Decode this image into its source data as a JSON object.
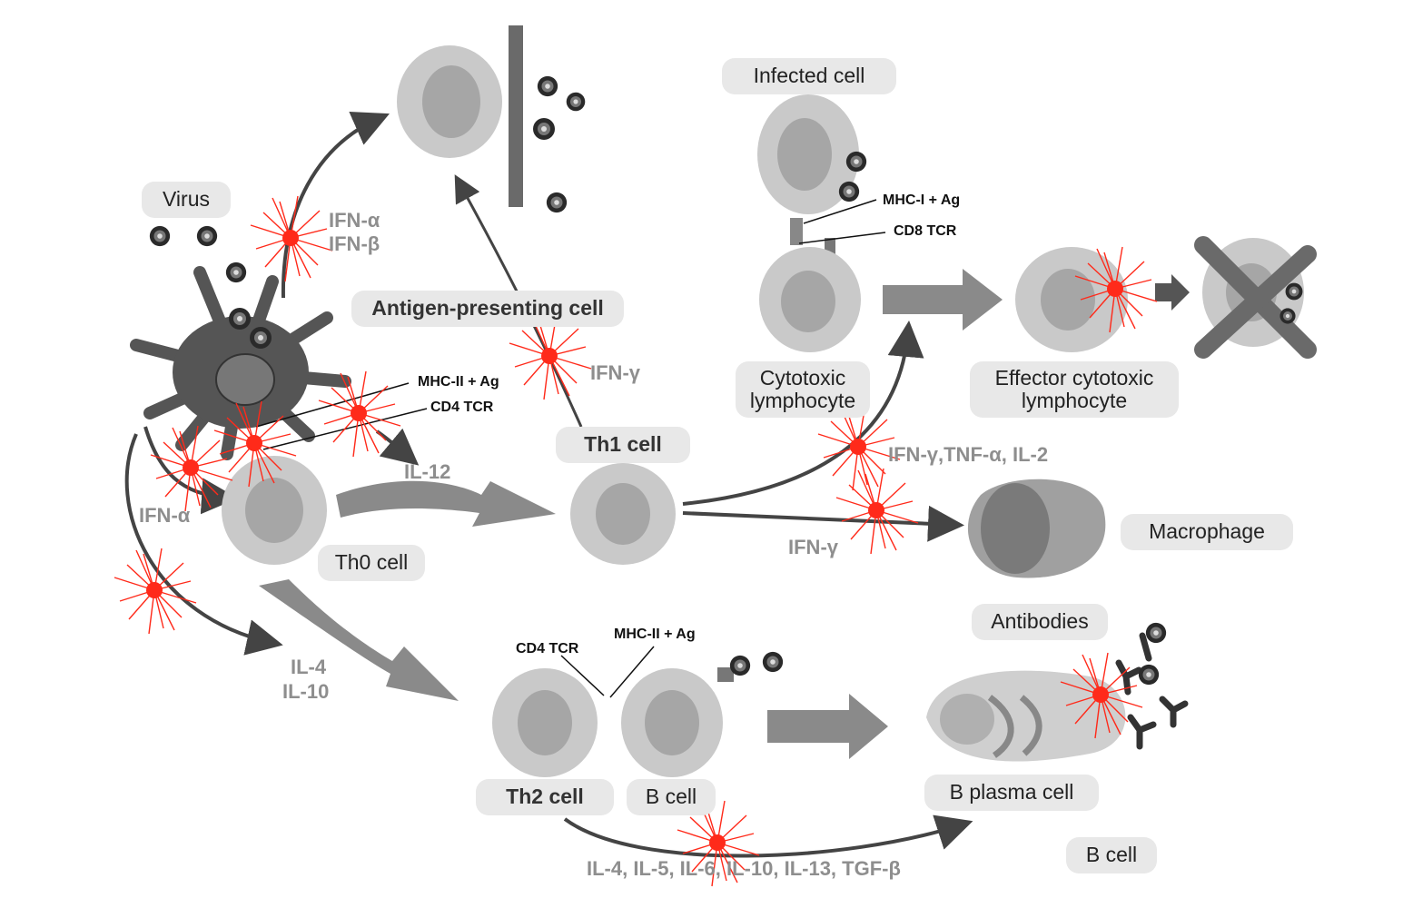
{
  "labels": {
    "virus": "Virus",
    "infected_cell": "Infected cell",
    "antigen_presenting_cell": "Antigen-presenting cell",
    "th1_cell": "Th1 cell",
    "th0_cell": "Th0 cell",
    "th2_cell": "Th2 cell",
    "b_cell": "B cell",
    "b_cell_bottom": "B cell",
    "b_plasma_cell": "B plasma cell",
    "antibodies": "Antibodies",
    "macrophage": "Macrophage",
    "cytotoxic_lymphocyte": [
      "Cytotoxic",
      "lymphocyte"
    ],
    "effector_cytotoxic_lymphocyte": [
      "Effector cytotoxic",
      "lymphocyte"
    ]
  },
  "cytokines": {
    "ifn_alpha_beta": [
      "IFN-α",
      "IFN-β"
    ],
    "ifn_gamma_apc": "IFN-γ",
    "il12": "IL-12",
    "ifn_alpha": "IFN-α",
    "ifn_tnf_il2": "IFN-γ,TNF-α, IL-2",
    "ifn_gamma_macrophage": "IFN-γ",
    "il4_il10": [
      "IL-4",
      "IL-10"
    ],
    "th2_cytokines": "IL-4, IL-5, IL-6, IL-10, IL-13, TGF-β"
  },
  "molecules": {
    "mhc1_ag": "MHC-I + Ag",
    "cd8_tcr": "CD8 TCR",
    "mhc2_ag_apc": "MHC-II + Ag",
    "cd4_tcr_apc": "CD4 TCR",
    "cd4_tcr_th2": "CD4 TCR",
    "mhc2_ag_bcell": "MHC-II + Ag"
  },
  "colors": {
    "cell_fill": "#c9c9c9",
    "nucleus_fill": "#a6a6a6",
    "arrow": "#444444",
    "burst": "#ff2a1a",
    "cytokine_text": "#8e8e8e",
    "pill": "#e8e8e8"
  }
}
